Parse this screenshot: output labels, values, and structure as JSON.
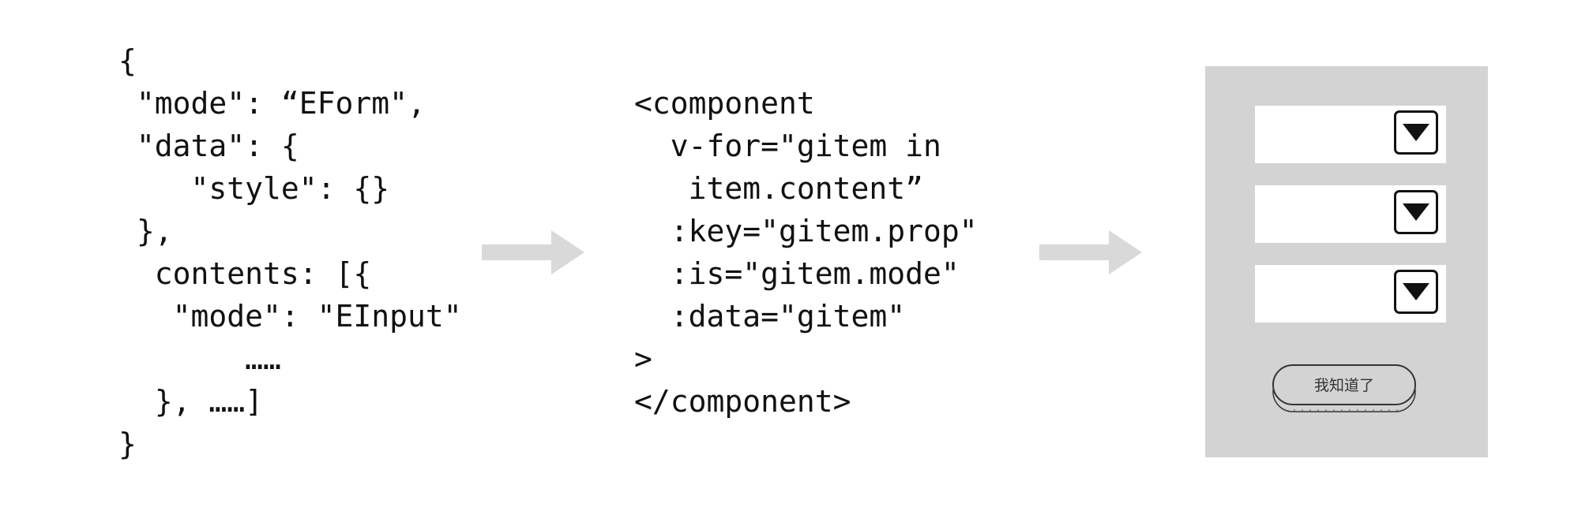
{
  "json_schema_lines": [
    "{",
    " \"mode\": “EForm\",",
    " \"data\": {",
    "    \"style\": {}",
    " },",
    "  contents: [{",
    "   \"mode\": \"EInput\"",
    "       ……",
    "  }, ……]",
    "}"
  ],
  "vue_template_lines": [
    "<component",
    "  v-for=\"gitem in",
    "   item.content”",
    "  :key=\"gitem.prop\"",
    "  :is=\"gitem.mode\"",
    "  :data=\"gitem\"",
    ">",
    "</component>"
  ],
  "rendered_form": {
    "select_count": 3,
    "dropdown_icon": "triangle-down-icon",
    "button_label": "我知道了"
  },
  "colors": {
    "arrow": "#d9d9d9",
    "panel_background": "#d3d3d3",
    "field_background": "#ffffff",
    "outline": "#111111"
  }
}
